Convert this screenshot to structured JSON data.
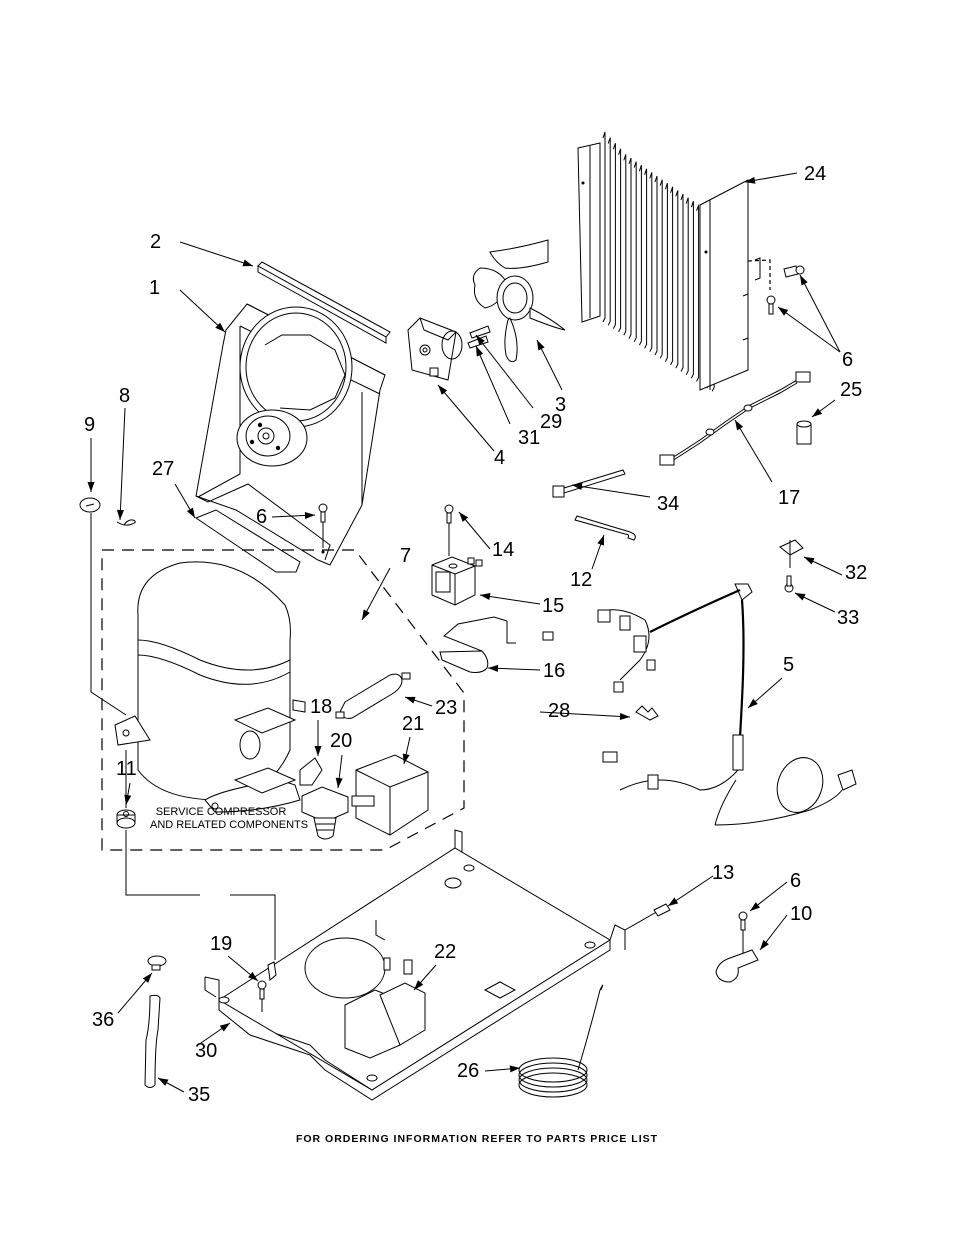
{
  "diagram": {
    "type": "exploded parts diagram",
    "group_note": {
      "line1": "SERVICE COMPRESSOR",
      "line2": "AND RELATED COMPONENTS"
    },
    "footer": "FOR ORDERING INFORMATION REFER TO PARTS PRICE LIST",
    "callouts": {
      "c1": "1",
      "c2": "2",
      "c3": "3",
      "c4": "4",
      "c5": "5",
      "c6a": "6",
      "c6b": "6",
      "c6c": "6",
      "c7": "7",
      "c8": "8",
      "c9": "9",
      "c10": "10",
      "c11": "11",
      "c12": "12",
      "c13": "13",
      "c14": "14",
      "c15": "15",
      "c16": "16",
      "c17": "17",
      "c18": "18",
      "c19": "19",
      "c20": "20",
      "c21": "21",
      "c22": "22",
      "c23": "23",
      "c24": "24",
      "c25": "25",
      "c26": "26",
      "c27": "27",
      "c28": "28",
      "c29": "29",
      "c30": "30",
      "c31": "31",
      "c32": "32",
      "c33": "33",
      "c34": "34",
      "c35": "35",
      "c36": "36"
    },
    "parts": [
      {
        "number": "1",
        "depiction": "fan shroud"
      },
      {
        "number": "2",
        "depiction": "foam strip"
      },
      {
        "number": "3",
        "depiction": "fan blade"
      },
      {
        "number": "4",
        "depiction": "fan motor"
      },
      {
        "number": "5",
        "depiction": "wire harness with power cord"
      },
      {
        "number": "6",
        "depiction": "screw"
      },
      {
        "number": "7",
        "depiction": "service compressor group"
      },
      {
        "number": "8",
        "depiction": "clip"
      },
      {
        "number": "9",
        "depiction": "grommet"
      },
      {
        "number": "10",
        "depiction": "clamp"
      },
      {
        "number": "11",
        "depiction": "grommet"
      },
      {
        "number": "12",
        "depiction": "tube"
      },
      {
        "number": "13",
        "depiction": "screw"
      },
      {
        "number": "14",
        "depiction": "screw"
      },
      {
        "number": "15",
        "depiction": "solenoid coil"
      },
      {
        "number": "16",
        "depiction": "bracket"
      },
      {
        "number": "17",
        "depiction": "wire harness"
      },
      {
        "number": "18",
        "depiction": "clip"
      },
      {
        "number": "19",
        "depiction": "screw"
      },
      {
        "number": "20",
        "depiction": "relay"
      },
      {
        "number": "21",
        "depiction": "cover"
      },
      {
        "number": "22",
        "depiction": "valve"
      },
      {
        "number": "23",
        "depiction": "drier"
      },
      {
        "number": "24",
        "depiction": "condenser"
      },
      {
        "number": "25",
        "depiction": "capacitor"
      },
      {
        "number": "26",
        "depiction": "capillary tube"
      },
      {
        "number": "27",
        "depiction": "bracket"
      },
      {
        "number": "28",
        "depiction": "clip"
      },
      {
        "number": "29",
        "depiction": "screw"
      },
      {
        "number": "30",
        "depiction": "base pan"
      },
      {
        "number": "31",
        "depiction": "screw"
      },
      {
        "number": "32",
        "depiction": "clamp"
      },
      {
        "number": "33",
        "depiction": "screw"
      },
      {
        "number": "34",
        "depiction": "cable tie"
      },
      {
        "number": "35",
        "depiction": "hose"
      },
      {
        "number": "36",
        "depiction": "hose clamp"
      }
    ]
  }
}
